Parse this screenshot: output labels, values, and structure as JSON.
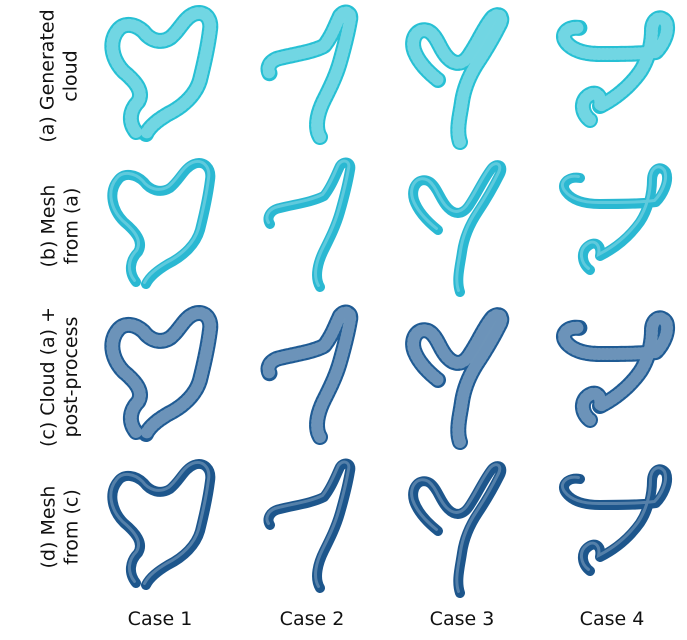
{
  "figure": {
    "rows": [
      {
        "line1": "(a) Generated",
        "line2": "cloud",
        "style": "cloud",
        "color": "#27c0d4"
      },
      {
        "line1": "(b) Mesh",
        "line2": "from (a)",
        "style": "mesh",
        "color": "#2ab8d2"
      },
      {
        "line1": "(c) Cloud (a) +",
        "line2": "post-process",
        "style": "cloud",
        "color": "#1f5b94"
      },
      {
        "line1": "(d) Mesh",
        "line2": "from (c)",
        "style": "mesh",
        "color": "#1d568c"
      }
    ],
    "columns": [
      "Case 1",
      "Case 2",
      "Case 3",
      "Case 4"
    ]
  }
}
